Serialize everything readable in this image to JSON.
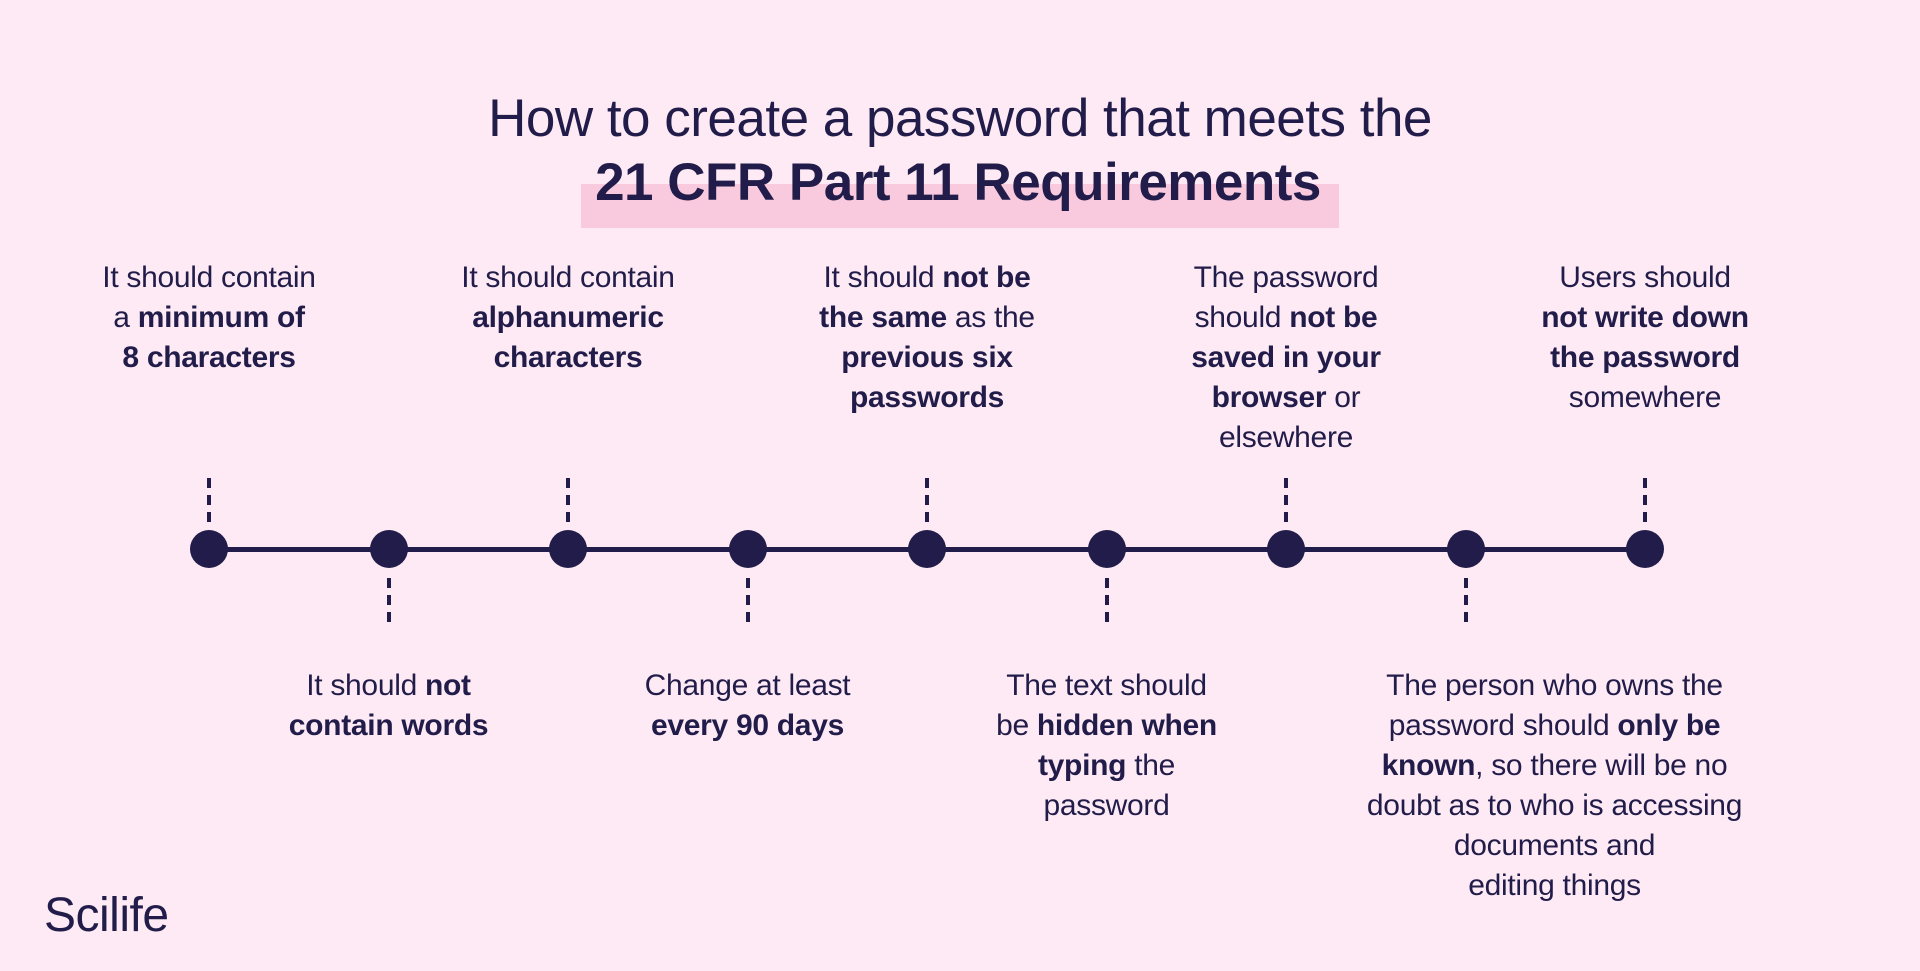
{
  "title": {
    "line1": "How to create a password that meets the",
    "line2": "21 CFR Part 11 Requirements"
  },
  "logo": {
    "text": "Scilife"
  },
  "colors": {
    "background": "#fdeaf4",
    "ink": "#211c49",
    "highlight": "#f9c9de"
  },
  "timeline": {
    "items": [
      {
        "side": "top",
        "label_lines": [
          [
            {
              "t": "It should contain",
              "b": false
            }
          ],
          [
            {
              "t": "a ",
              "b": false
            },
            {
              "t": "minimum of",
              "b": true
            }
          ],
          [
            {
              "t": "8 characters",
              "b": true
            }
          ]
        ]
      },
      {
        "side": "bottom",
        "label_lines": [
          [
            {
              "t": "It should ",
              "b": false
            },
            {
              "t": "not",
              "b": true
            }
          ],
          [
            {
              "t": "contain words",
              "b": true
            }
          ]
        ]
      },
      {
        "side": "top",
        "label_lines": [
          [
            {
              "t": "It should contain",
              "b": false
            }
          ],
          [
            {
              "t": "alphanumeric",
              "b": true
            }
          ],
          [
            {
              "t": "characters",
              "b": true
            }
          ]
        ]
      },
      {
        "side": "bottom",
        "label_lines": [
          [
            {
              "t": "Change at least",
              "b": false
            }
          ],
          [
            {
              "t": "every 90 days",
              "b": true
            }
          ]
        ]
      },
      {
        "side": "top",
        "label_lines": [
          [
            {
              "t": "It should ",
              "b": false
            },
            {
              "t": "not be",
              "b": true
            }
          ],
          [
            {
              "t": "the same",
              "b": true
            },
            {
              "t": " as the",
              "b": false
            }
          ],
          [
            {
              "t": "previous six",
              "b": true
            }
          ],
          [
            {
              "t": "passwords",
              "b": true
            }
          ]
        ]
      },
      {
        "side": "bottom",
        "label_lines": [
          [
            {
              "t": "The text should",
              "b": false
            }
          ],
          [
            {
              "t": "be ",
              "b": false
            },
            {
              "t": "hidden when",
              "b": true
            }
          ],
          [
            {
              "t": "typing",
              "b": true
            },
            {
              "t": " the",
              "b": false
            }
          ],
          [
            {
              "t": "password",
              "b": false
            }
          ]
        ]
      },
      {
        "side": "top",
        "label_lines": [
          [
            {
              "t": "The password",
              "b": false
            }
          ],
          [
            {
              "t": "should ",
              "b": false
            },
            {
              "t": "not be",
              "b": true
            }
          ],
          [
            {
              "t": "saved in your",
              "b": true
            }
          ],
          [
            {
              "t": "browser",
              "b": true
            },
            {
              "t": " or",
              "b": false
            }
          ],
          [
            {
              "t": "elsewhere",
              "b": false
            }
          ]
        ]
      },
      {
        "side": "bottom",
        "label_lines": [
          [
            {
              "t": "The person who owns the",
              "b": false
            }
          ],
          [
            {
              "t": "password should ",
              "b": false
            },
            {
              "t": "only be",
              "b": true
            }
          ],
          [
            {
              "t": "known",
              "b": true
            },
            {
              "t": ", so there will be no",
              "b": false
            }
          ],
          [
            {
              "t": "doubt as to who is accessing",
              "b": false
            }
          ],
          [
            {
              "t": "documents and",
              "b": false
            }
          ],
          [
            {
              "t": "editing things",
              "b": false
            }
          ]
        ]
      },
      {
        "side": "top",
        "label_lines": [
          [
            {
              "t": "Users should",
              "b": false
            }
          ],
          [
            {
              "t": "not write down",
              "b": true
            }
          ],
          [
            {
              "t": "the password",
              "b": true
            }
          ],
          [
            {
              "t": "somewhere",
              "b": false
            }
          ]
        ]
      }
    ]
  }
}
